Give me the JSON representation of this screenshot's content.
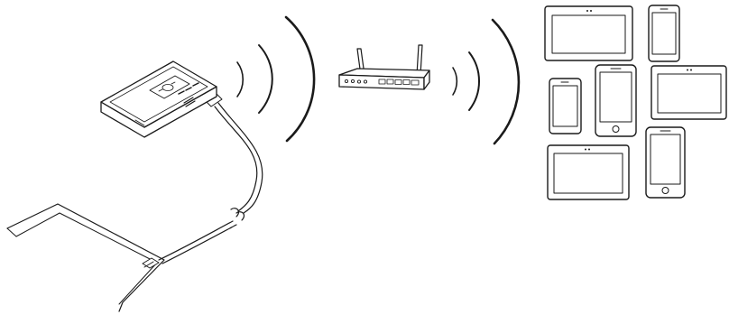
{
  "diagram": {
    "nodes": [
      {
        "id": "mobile-router",
        "icon": "mobile-wifi-router-icon"
      },
      {
        "id": "wireless-router",
        "icon": "wireless-router-icon"
      },
      {
        "id": "client-devices",
        "icon": "devices-icon",
        "count": 7,
        "kinds": [
          "tablet",
          "phone",
          "phone",
          "phone",
          "tablet",
          "tablet",
          "phone"
        ]
      },
      {
        "id": "computer",
        "icon": "computer-icon"
      }
    ],
    "links": [
      {
        "from": "mobile-router",
        "to": "computer",
        "type": "usb-cable"
      },
      {
        "from": "mobile-router",
        "to": "wireless-router",
        "type": "wifi-signal"
      },
      {
        "from": "wireless-router",
        "to": "client-devices",
        "type": "wifi-signal"
      }
    ],
    "colors": {
      "line": "#1a1a1a",
      "background": "#ffffff",
      "screen": "#ffffff"
    }
  }
}
